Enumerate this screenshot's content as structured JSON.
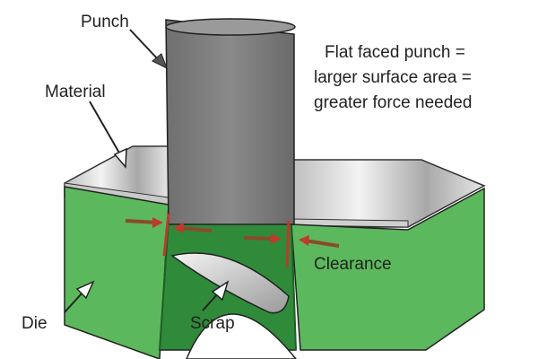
{
  "labels": {
    "punch": "Punch",
    "material": "Material",
    "die": "Die",
    "scrap": "Scrap",
    "clearance": "Clearance"
  },
  "note": {
    "line1": "Flat faced punch =",
    "line2": "larger surface area =",
    "line3": "greater force needed"
  },
  "colors": {
    "die_green": "#5cb85c",
    "die_dark": "#2f8a3a",
    "punch_gray": "#777777",
    "material_gray": "#d9d9d9",
    "clearance_red": "#c0392b"
  }
}
